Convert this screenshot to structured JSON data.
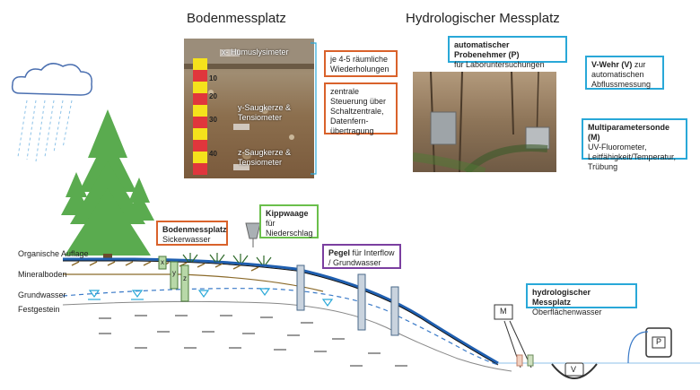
{
  "titles": {
    "soil_site": "Bodenmessplatz",
    "hydro_site": "Hydrologischer Messplatz"
  },
  "soil_photo": {
    "label_x": "x- Humuslysimeter",
    "label_y": "y-Saugkerze & Tensiometer",
    "label_z": "z-Saugkerze & Tensiometer",
    "ruler_ticks": [
      "10",
      "20",
      "30",
      "40"
    ]
  },
  "info_boxes": {
    "repetitions": "je 4-5 räumliche Wiederholungen",
    "central_control": "zentrale Steuerung über Schaltzentrale, Datenfern-übertragung"
  },
  "hydro_boxes": {
    "sampler_title": "automatischer Probenehmer (P)",
    "sampler_text": "für Laboruntersuchungen",
    "weir_title": "V-Wehr (V)",
    "weir_text": "zur automatischen Abflussmessung",
    "probe_title": "Multiparametersonde (M)",
    "probe_text": "UV-Fluorometer, Leitfähigkeit/Temperatur, Trübung"
  },
  "diagram_boxes": {
    "soil_site_title": "Bodenmessplatz",
    "soil_site_text": "Sickerwasser",
    "tipping_title": "Kippwaage",
    "tipping_text": "für Niederschlag",
    "gauge_title": "Pegel",
    "gauge_text": "für Interflow / Grundwasser",
    "hydro_title": "hydrologischer Messplatz",
    "hydro_text": "Oberflächenwasser"
  },
  "layers": {
    "organic": "Organische Auflage",
    "mineral": "Mineralboden",
    "groundwater": "Grundwasser",
    "bedrock": "Festgestein"
  },
  "markers": {
    "x": "x",
    "y": "y",
    "z": "z",
    "m": "M",
    "v": "V",
    "p": "P"
  },
  "colors": {
    "orange_border": "#d9622b",
    "cyan_border": "#29a8d8",
    "green_border": "#6abf4b",
    "purple_border": "#7b3fa0",
    "tree_green": "#5aab4f",
    "stream_blue": "#1f5fb0"
  }
}
